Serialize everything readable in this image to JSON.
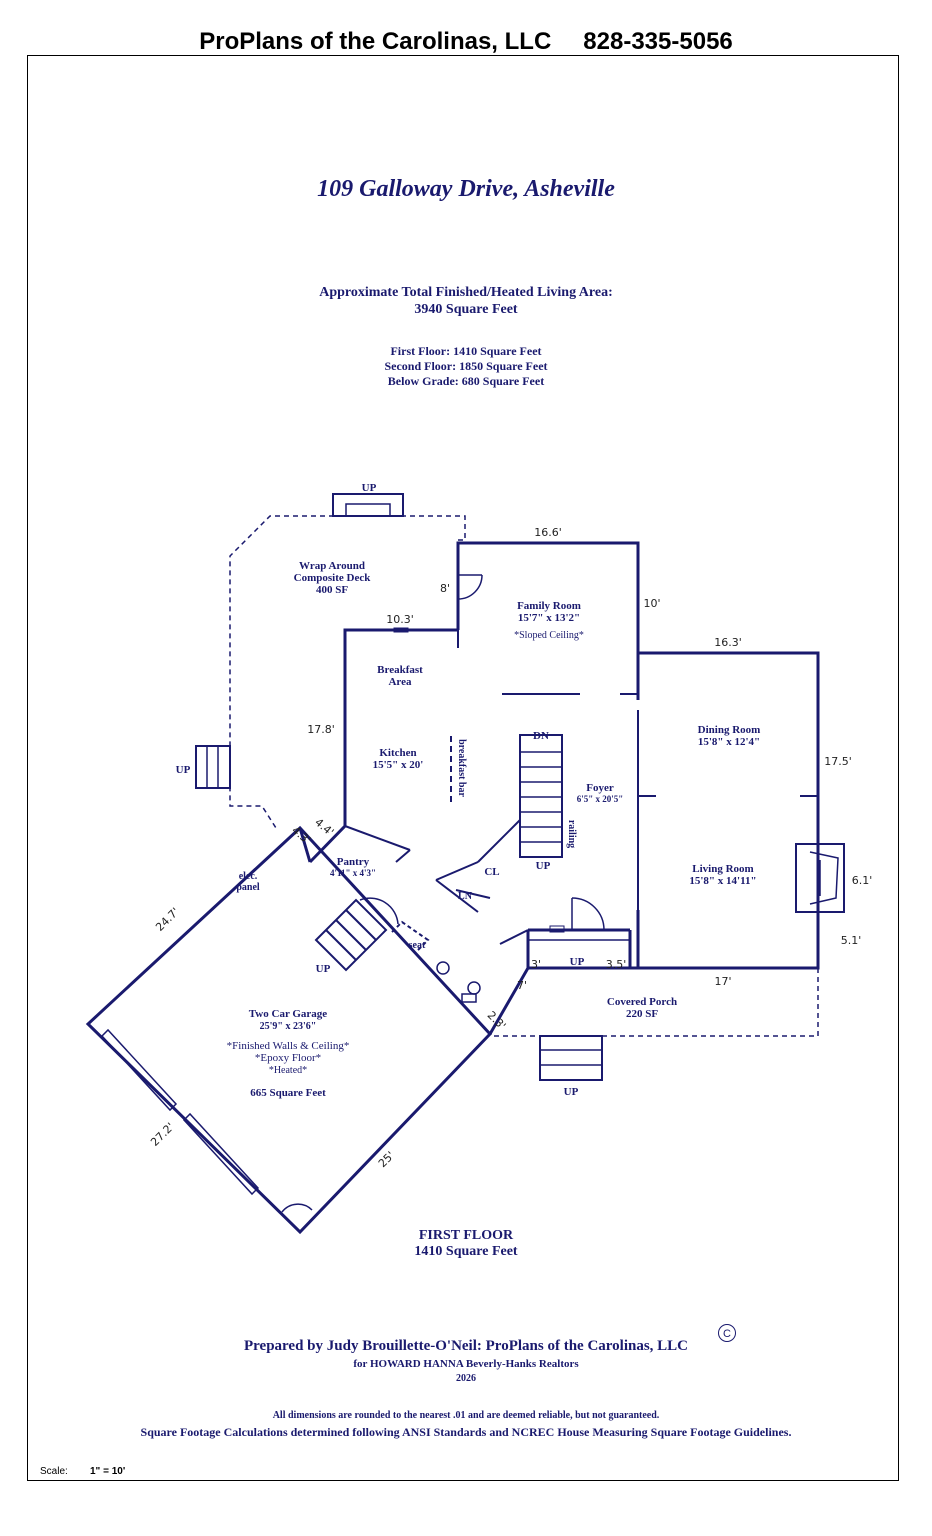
{
  "header": {
    "company": "ProPlans of the Carolinas, LLC",
    "phone": "828-335-5056"
  },
  "title": "109 Galloway Drive, Asheville",
  "area": {
    "line1": "Approximate Total Finished/Heated Living Area:",
    "line2": "3940 Square Feet"
  },
  "floors": {
    "first": "First Floor:  1410 Square Feet",
    "second": "Second Floor:  1850 Square Feet",
    "below": "Below Grade:  680 Square Feet"
  },
  "rooms": {
    "deck": [
      "Wrap Around",
      "Composite Deck",
      "400 SF"
    ],
    "family": [
      "Family Room",
      "15'7\" x 13'2\"",
      "*Sloped Ceiling*"
    ],
    "breakfast": [
      "Breakfast",
      "Area"
    ],
    "kitchen": [
      "Kitchen",
      "15'5\" x 20'"
    ],
    "breakfast_bar": "breakfast bar",
    "dining": [
      "Dining Room",
      "15'8\" x 12'4\""
    ],
    "foyer": [
      "Foyer",
      "6'5\" x 20'5\""
    ],
    "living": [
      "Living Room",
      "15'8\" x 14'11\""
    ],
    "pantry": [
      "Pantry",
      "4'11\" x 4'3\""
    ],
    "elec": [
      "elec.",
      "panel"
    ],
    "railing": "railing",
    "cl": "CL",
    "ln": "LN",
    "seat": "seat",
    "porch": [
      "Covered Porch",
      "220 SF"
    ],
    "garage": [
      "Two Car Garage",
      "25'9\" x 23'6\"",
      "*Finished Walls & Ceiling*",
      "*Epoxy Floor*",
      "*Heated*",
      "665 Square Feet"
    ]
  },
  "stairs": {
    "up": "UP",
    "dn": "DN"
  },
  "dims": {
    "d166": "16.6'",
    "d8": "8'",
    "d103": "10.3'",
    "d10": "10'",
    "d163": "16.3'",
    "d178": "17.8'",
    "d175": "17.5'",
    "d44": "4.4'",
    "d43": "4.3'",
    "d61": "6.1'",
    "d51": "5.1'",
    "d247": "24.7'",
    "d3": "3'",
    "d35": "3.5'",
    "d17": "17'",
    "d7": "7'",
    "d23": "2.3'",
    "d272": "27.2'",
    "d25": "25'"
  },
  "floor_label": {
    "name": "FIRST FLOOR",
    "sqft": "1410 Square Feet"
  },
  "footer": {
    "prepared": "Prepared by Judy Brouillette-O'Neil: ProPlans of the Carolinas, LLC",
    "for": "for HOWARD HANNA Beverly-Hanks Realtors",
    "year": "2026",
    "copyright": "C",
    "disclaimer": "All dimensions are rounded to the nearest .01 and are deemed reliable, but not guaranteed.",
    "sqft_calc": "Square Footage Calculations determined following ANSI Standards and NCREC House Measuring Square Footage Guidelines.",
    "scale_label": "Scale:",
    "scale_value": "1\" = 10'"
  }
}
